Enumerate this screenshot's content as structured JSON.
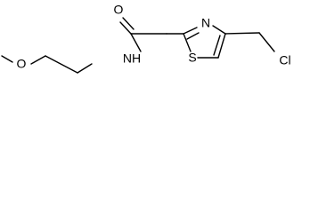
{
  "molecule": {
    "atoms": {
      "oxygen_carbonyl": "O",
      "oxygen_ether": "O",
      "nitrogen_amide": "NH",
      "nitrogen_ring": "N",
      "sulfur_ring": "S",
      "chlorine": "Cl"
    }
  }
}
